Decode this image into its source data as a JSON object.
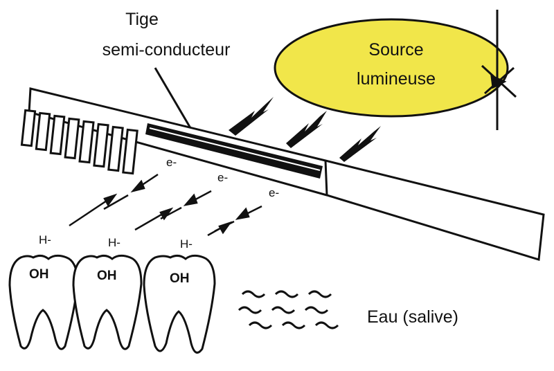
{
  "labels": {
    "rod_line1": "Tige",
    "rod_line2": "semi-conducteur",
    "source_line1": "Source",
    "source_line2": "lumineuse",
    "water": "Eau (salive)",
    "electron": "e-",
    "hydride": "H-",
    "hydroxyl": "OH"
  },
  "colors": {
    "light_source_fill": "#f1e64a",
    "outline": "#111111",
    "background": "#ffffff"
  },
  "icons": {
    "light_bolts": "lightning-bolt-icon",
    "light_star": "light-flash-icon"
  }
}
